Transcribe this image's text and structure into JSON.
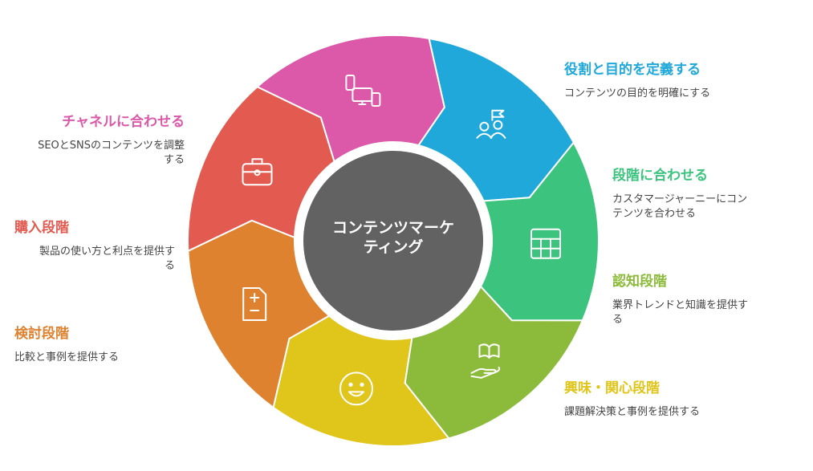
{
  "center": {
    "line1": "コンテンツマーケ",
    "line2": "ティング",
    "color": "#626262"
  },
  "segments": [
    {
      "id": "define",
      "title": "役割と目的を定義する",
      "desc_lines": [
        "コンテンツの目的を明確にする"
      ],
      "color": "#1fa8d9",
      "icon": "team-goal-icon"
    },
    {
      "id": "align-stage",
      "title": "段階に合わせる",
      "desc_lines": [
        "カスタマージャーニーにコン",
        "テンツを合わせる"
      ],
      "color": "#3cc47f",
      "icon": "table-grid-icon"
    },
    {
      "id": "awareness",
      "title": "認知段階",
      "desc_lines": [
        "業界トレンドと知識を提供す",
        "る"
      ],
      "color": "#8cbb3b",
      "icon": "book-hand-icon"
    },
    {
      "id": "interest",
      "title": "興味・関心段階",
      "desc_lines": [
        "課題解決策と事例を提供する"
      ],
      "color": "#e0c51a",
      "icon": "smile-icon"
    },
    {
      "id": "consider",
      "title": "検討段階",
      "desc_lines": [
        "比較と事例を提供する"
      ],
      "color": "#de8230",
      "icon": "document-plus-minus-icon"
    },
    {
      "id": "purchase",
      "title": "購入段階",
      "desc_lines": [
        "製品の使い方と利点を提供す",
        "る"
      ],
      "color": "#e25a50",
      "icon": "briefcase-icon"
    },
    {
      "id": "channel",
      "title": "チャネルに合わせる",
      "desc_lines": [
        "SEOとSNSのコンテンツを調整",
        "する"
      ],
      "color": "#dc58a8",
      "icon": "devices-icon"
    }
  ]
}
